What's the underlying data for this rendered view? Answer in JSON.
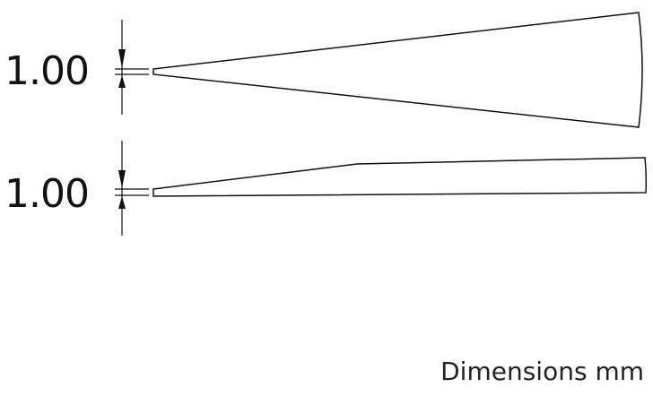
{
  "views": [
    {
      "name": "top-view",
      "dimension_label": "1.00"
    },
    {
      "name": "side-view",
      "dimension_label": "1.00"
    }
  ],
  "units_note": "Dimensions mm",
  "colors": {
    "line": "#111111",
    "background": "#ffffff"
  }
}
